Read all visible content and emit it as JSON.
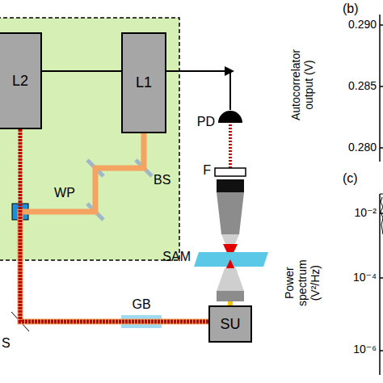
{
  "diagram": {
    "nodes": [
      {
        "text": [
          "L2"
        ]
      },
      {
        "text": [
          "L1"
        ]
      },
      {
        "text": [
          "SU"
        ]
      }
    ],
    "edges": [
      {
        "from": 1,
        "to": 2,
        "arrow": "none"
      },
      {
        "from": 0,
        "to": 2,
        "arrow": "none"
      }
    ],
    "labels": [
      "(b)",
      "0.290",
      "Autocorrelator output (V)",
      "0.285",
      "0.280",
      "(c)",
      "Power spectrum (V²/Hz)",
      "10⁻²",
      "10⁻⁴",
      "10⁻⁶",
      "PD",
      "F",
      "SAM",
      "BS",
      "WP",
      "GB",
      "S"
    ]
  }
}
